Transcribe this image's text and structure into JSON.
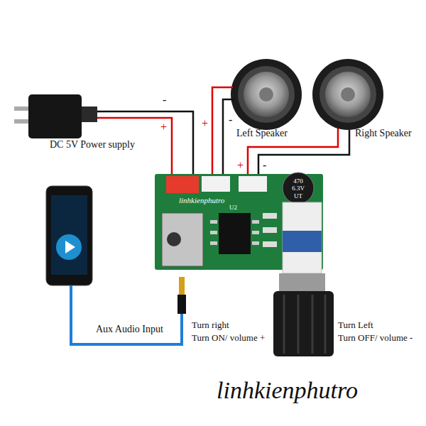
{
  "diagram": {
    "labels": [
      "-",
      "+",
      "DC 5V Power supply",
      "+",
      "-",
      "Left Speaker",
      "Right Speaker",
      "+",
      "-",
      "linhkienphutro",
      "470 6.3V UT",
      "U2",
      "Aux Audio Input",
      "Turn right",
      "Turn ON/ volume +",
      "Turn Left",
      "Turn OFF/ volume -",
      "linhkienphutro"
    ]
  }
}
